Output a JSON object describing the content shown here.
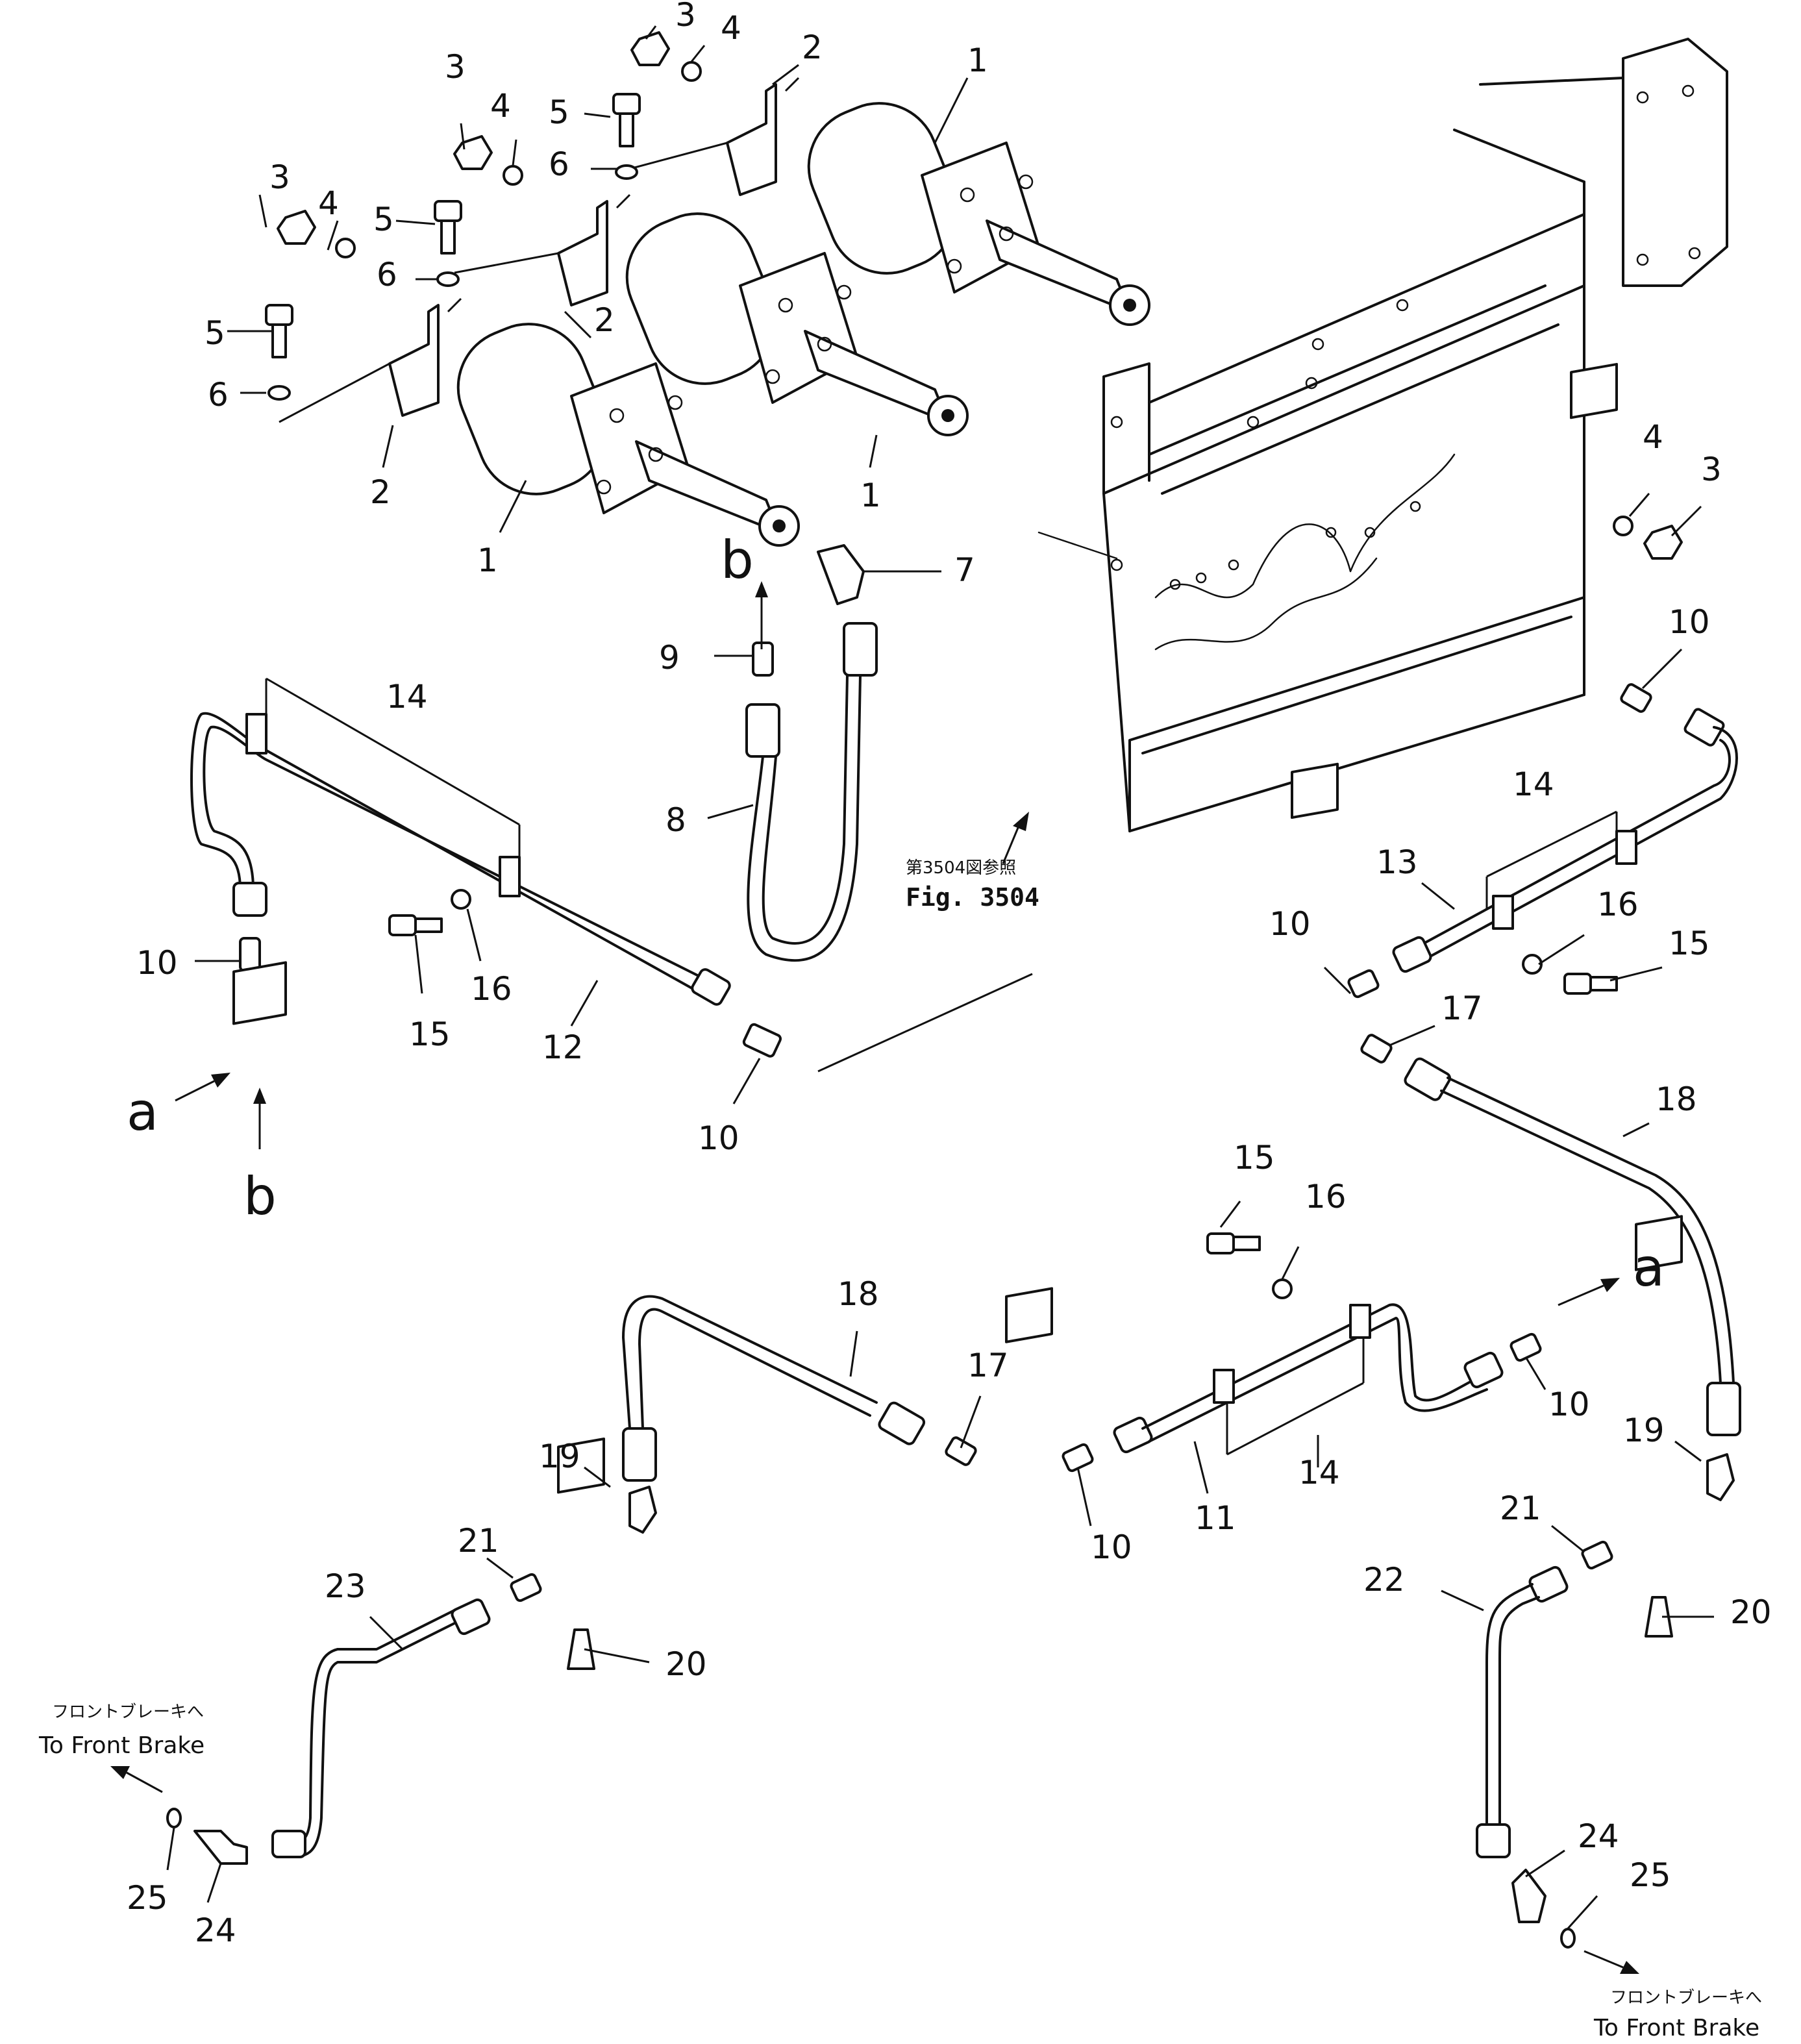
{
  "callouts": [
    {
      "id": "c1a",
      "text": "1"
    },
    {
      "id": "c1b",
      "text": "1"
    },
    {
      "id": "c1c",
      "text": "1"
    },
    {
      "id": "c2a",
      "text": "2"
    },
    {
      "id": "c2b",
      "text": "2"
    },
    {
      "id": "c2c",
      "text": "2"
    },
    {
      "id": "c3a",
      "text": "3"
    },
    {
      "id": "c3b",
      "text": "3"
    },
    {
      "id": "c3c",
      "text": "3"
    },
    {
      "id": "c3d",
      "text": "3"
    },
    {
      "id": "c4a",
      "text": "4"
    },
    {
      "id": "c4b",
      "text": "4"
    },
    {
      "id": "c4c",
      "text": "4"
    },
    {
      "id": "c4d",
      "text": "4"
    },
    {
      "id": "c5a",
      "text": "5"
    },
    {
      "id": "c5b",
      "text": "5"
    },
    {
      "id": "c5c",
      "text": "5"
    },
    {
      "id": "c6a",
      "text": "6"
    },
    {
      "id": "c6b",
      "text": "6"
    },
    {
      "id": "c6c",
      "text": "6"
    },
    {
      "id": "c7",
      "text": "7"
    },
    {
      "id": "c8",
      "text": "8"
    },
    {
      "id": "c9",
      "text": "9"
    },
    {
      "id": "c10a",
      "text": "10"
    },
    {
      "id": "c10b",
      "text": "10"
    },
    {
      "id": "c10c",
      "text": "10"
    },
    {
      "id": "c10d",
      "text": "10"
    },
    {
      "id": "c10e",
      "text": "10"
    },
    {
      "id": "c10f",
      "text": "10"
    },
    {
      "id": "c11",
      "text": "11"
    },
    {
      "id": "c12",
      "text": "12"
    },
    {
      "id": "c13",
      "text": "13"
    },
    {
      "id": "c14a",
      "text": "14"
    },
    {
      "id": "c14b",
      "text": "14"
    },
    {
      "id": "c14c",
      "text": "14"
    },
    {
      "id": "c15a",
      "text": "15"
    },
    {
      "id": "c15b",
      "text": "15"
    },
    {
      "id": "c15c",
      "text": "15"
    },
    {
      "id": "c16a",
      "text": "16"
    },
    {
      "id": "c16b",
      "text": "16"
    },
    {
      "id": "c16c",
      "text": "16"
    },
    {
      "id": "c17a",
      "text": "17"
    },
    {
      "id": "c17b",
      "text": "17"
    },
    {
      "id": "c18a",
      "text": "18"
    },
    {
      "id": "c18b",
      "text": "18"
    },
    {
      "id": "c19a",
      "text": "19"
    },
    {
      "id": "c19b",
      "text": "19"
    },
    {
      "id": "c20a",
      "text": "20"
    },
    {
      "id": "c20b",
      "text": "20"
    },
    {
      "id": "c21a",
      "text": "21"
    },
    {
      "id": "c21b",
      "text": "21"
    },
    {
      "id": "c22",
      "text": "22"
    },
    {
      "id": "c23",
      "text": "23"
    },
    {
      "id": "c24a",
      "text": "24"
    },
    {
      "id": "c24b",
      "text": "24"
    },
    {
      "id": "c25a",
      "text": "25"
    },
    {
      "id": "c25b",
      "text": "25"
    }
  ],
  "letters": {
    "a": "a",
    "b": "b"
  },
  "fig_ref": {
    "jp": "第3504図参照",
    "en": "Fig. 3504"
  },
  "front_brake": {
    "jp": "フロントブレーキへ",
    "en": "To Front Brake"
  }
}
